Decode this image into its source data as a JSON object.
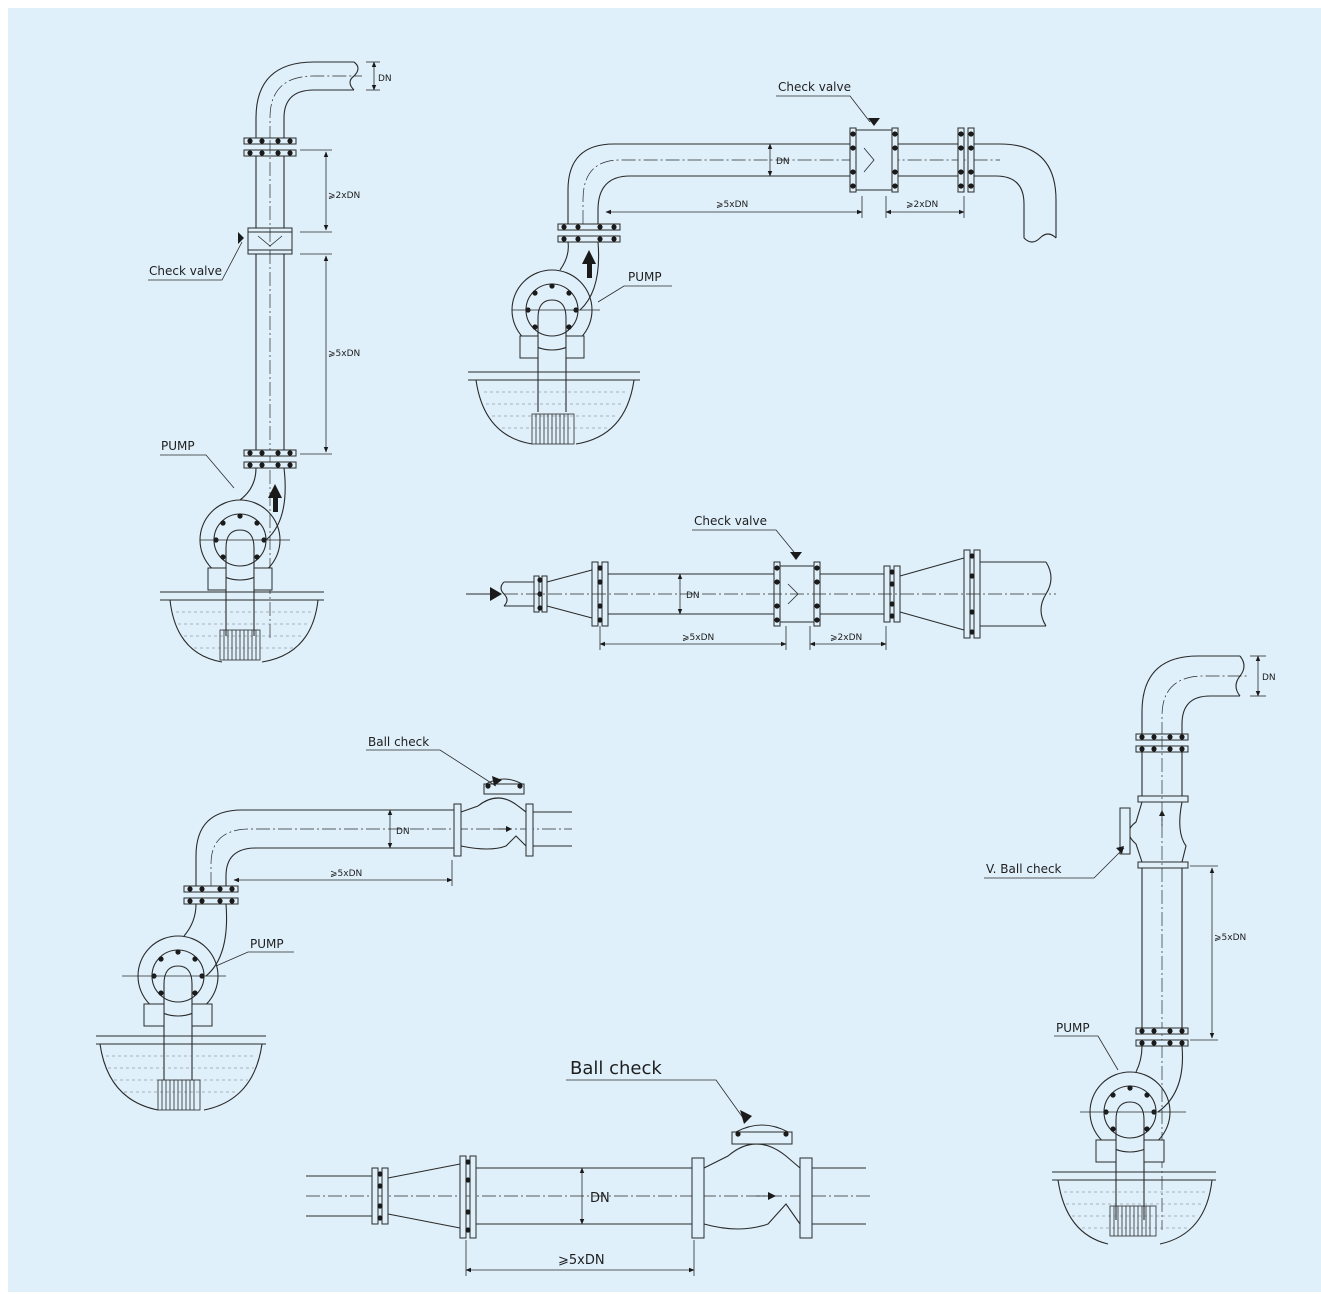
{
  "labels": {
    "check_valve": "Check valve",
    "pump": "PUMP",
    "ball_check": "Ball check",
    "v_ball_check": "V. Ball check",
    "dn": "DN",
    "ge_2dn": "⩾2xDN",
    "ge_5dn": "⩾5xDN"
  },
  "colors": {
    "background": "#dff0fb",
    "line": "#2a2a2a"
  }
}
